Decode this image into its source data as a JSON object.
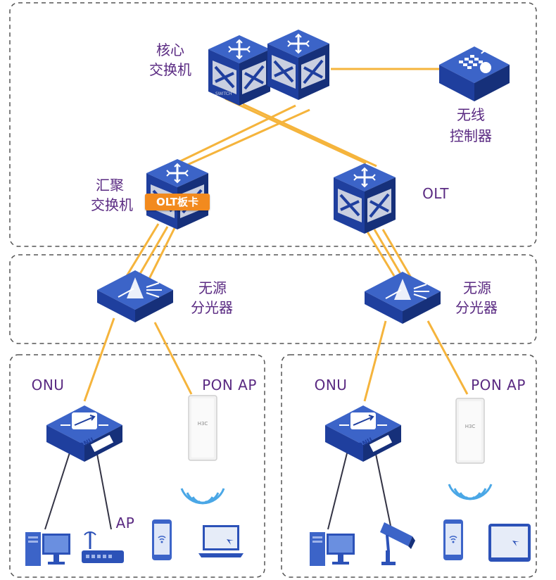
{
  "labels": {
    "core_switch": [
      "核心",
      "交换机"
    ],
    "wireless_controller": [
      "无线",
      "控制器"
    ],
    "aggregation_switch": [
      "汇聚",
      "交换机"
    ],
    "olt_card": "OLT板卡",
    "olt": "OLT",
    "splitter_left": [
      "无源",
      "分光器"
    ],
    "splitter_right": [
      "无源",
      "分光器"
    ],
    "onu_left": "ONU",
    "onu_right": "ONU",
    "pon_ap_left": "PON AP",
    "pon_ap_right": "PON AP",
    "ap": "AP",
    "onu_badge": "ONU",
    "ap_brand": "H3C",
    "switch_brand": "SWITCH"
  },
  "colors": {
    "device_blue": "#1f3f9e",
    "device_top": "#3c64c8",
    "device_side": "#16307a",
    "fiber": "#f5b43c",
    "cable": "#333344",
    "label": "#5a2a82",
    "dashed_border": "#555555",
    "badge": "#f28a1e"
  },
  "icons": [
    "switch-icon",
    "wireless-controller-icon",
    "splitter-icon",
    "onu-icon",
    "pon-ap-icon",
    "desktop-icon",
    "router-ap-icon",
    "phone-icon",
    "laptop-icon",
    "camera-icon",
    "tablet-icon",
    "wifi-waves-icon"
  ]
}
